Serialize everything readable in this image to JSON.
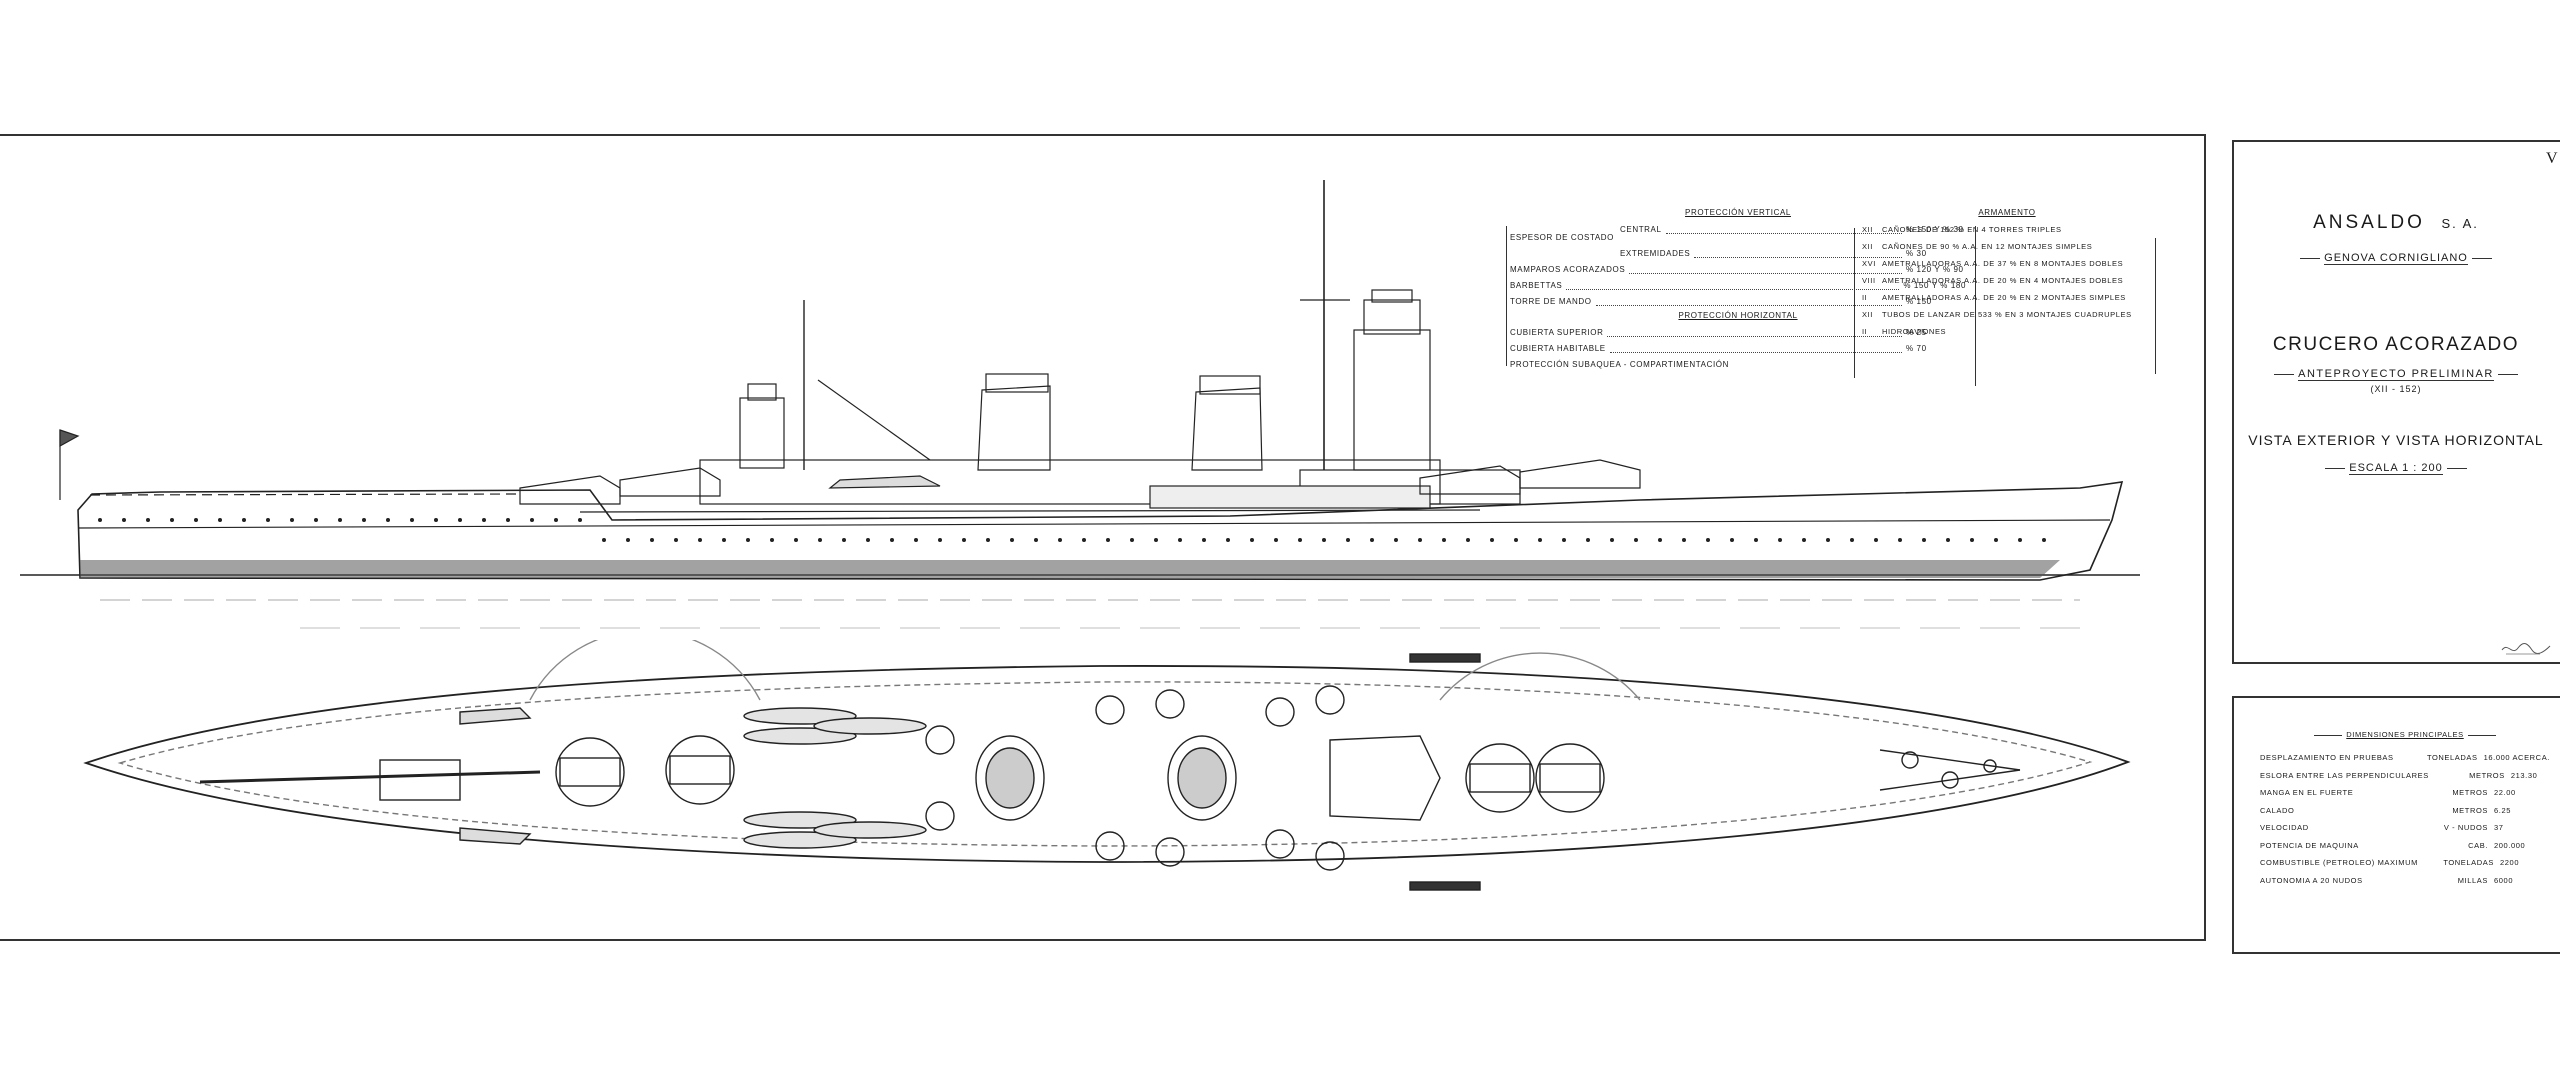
{
  "corner_mark": "V",
  "protection": {
    "vertical_title": "Protección vertical",
    "horizontal_title": "Protección horizontal",
    "vertical_rows": [
      {
        "label": "Espesor de costado",
        "sub": "Central",
        "value": "% 150 y % 30"
      },
      {
        "label": "",
        "sub": "Extremidades",
        "value": "% 30"
      },
      {
        "label": "Mamparos acorazados",
        "sub": "",
        "value": "% 120 y % 90"
      },
      {
        "label": "Barbettas",
        "sub": "",
        "value": "% 150 y % 180"
      },
      {
        "label": "Torre de mando",
        "sub": "",
        "value": "% 150"
      }
    ],
    "horizontal_rows": [
      {
        "label": "Cubierta superior",
        "value": "% 25"
      },
      {
        "label": "Cubierta habitable",
        "value": "% 70"
      }
    ],
    "subaquea": "Protección subaquea - compartimentación"
  },
  "armament": {
    "title": "Armamento",
    "rows": [
      {
        "num": "XII",
        "text": "Cañones de 152 % en 4 torres triples"
      },
      {
        "num": "XII",
        "text": "Cañones de 90 % A.A. en 12 montajes simples"
      },
      {
        "num": "XVI",
        "text": "Ametralladoras A.A. de 37 % en 8 montajes dobles"
      },
      {
        "num": "VIII",
        "text": "Ametralladoras A.A. de 20 % en 4 montajes dobles"
      },
      {
        "num": "II",
        "text": "Ametralladoras A.A. de 20 % en 2 montajes simples"
      },
      {
        "num": "XII",
        "text": "Tubos de lanzar de 533 % en 3 montajes cuadruples"
      },
      {
        "num": "II",
        "text": "Hidroaviones"
      }
    ]
  },
  "title_block": {
    "company": "Ansaldo",
    "company_suffix": "S. A.",
    "location": "Genova Cornigliano",
    "ship_type": "Crucero acorazado",
    "project": "Anteproyecto preliminar",
    "project_code": "(XII - 152)",
    "views": "Vista exterior y vista horizontal",
    "scale": "Escala 1 : 200"
  },
  "dimensions": {
    "title": "Dimensiones principales",
    "rows": [
      {
        "label": "Desplazamiento en pruebas",
        "unit": "Toneladas",
        "value": "16.000 acerca."
      },
      {
        "label": "Eslora entre las perpendiculares",
        "unit": "Metros",
        "value": "213.30"
      },
      {
        "label": "Manga en el fuerte",
        "unit": "Metros",
        "value": "22.00"
      },
      {
        "label": "Calado",
        "unit": "Metros",
        "value": "6.25"
      },
      {
        "label": "Velocidad",
        "unit": "V - nudos",
        "value": "37"
      },
      {
        "label": "Potencia de maquina",
        "unit": "Cab.",
        "value": "200.000"
      },
      {
        "label": "Combustible (petroleo) maximum",
        "unit": "Toneladas",
        "value": "2200"
      },
      {
        "label": "Autonomia a 20 nudos",
        "unit": "Millas",
        "value": "6000"
      }
    ]
  }
}
